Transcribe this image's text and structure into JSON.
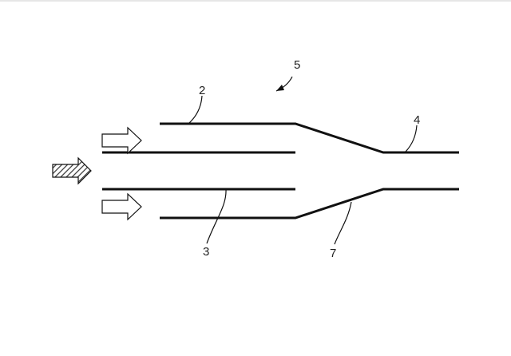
{
  "labels": {
    "ref_2": "2",
    "ref_3": "3",
    "ref_4": "4",
    "ref_5": "5",
    "ref_7": "7"
  },
  "colors": {
    "line": "#111111",
    "background": "#ffffff",
    "hatch": "#333333"
  },
  "icons": {
    "flow_arrows": [
      "outline-arrow-icon",
      "outline-arrow-icon"
    ],
    "inlet_arrow": "hatched-arrow-icon"
  }
}
